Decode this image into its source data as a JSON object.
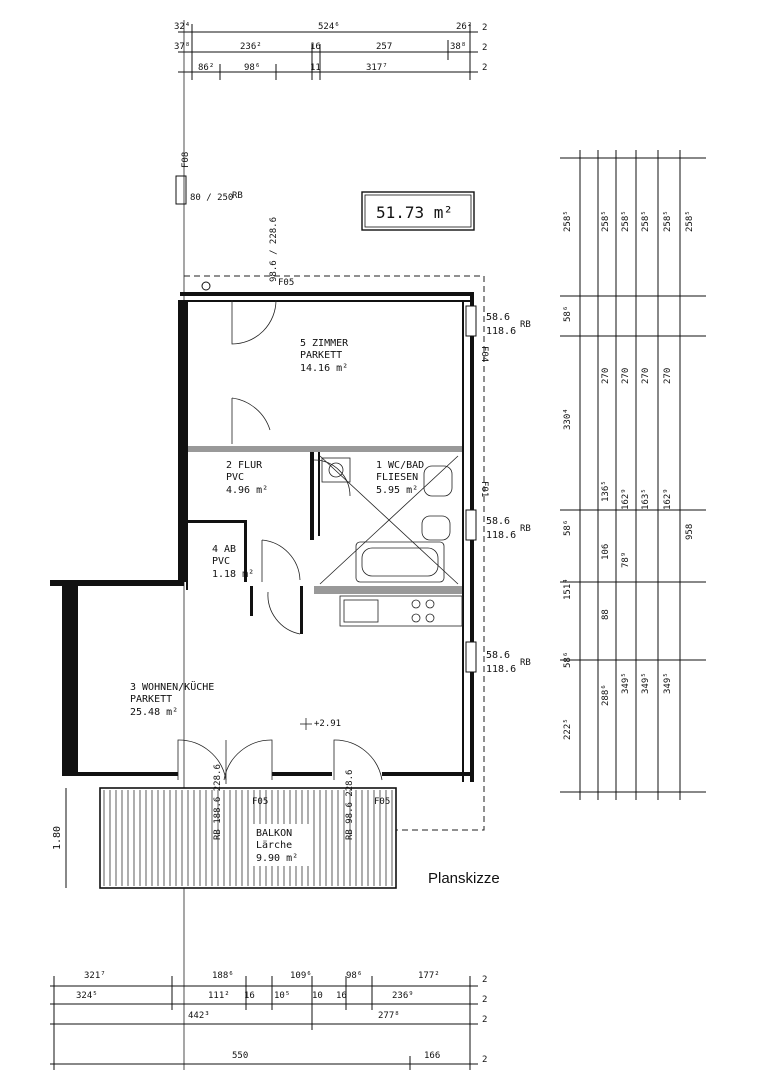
{
  "area_box": {
    "value": "51.73 m²"
  },
  "caption": "Planskizze",
  "rooms": [
    {
      "num_name": "5 ZIMMER",
      "floor": "PARKETT",
      "area": "14.16 m²"
    },
    {
      "num_name": "2 FLUR",
      "floor": "PVC",
      "area": "4.96 m²"
    },
    {
      "num_name": "1 WC/BAD",
      "floor": "FLIESEN",
      "area": "5.95 m²"
    },
    {
      "num_name": "4 AB",
      "floor": "PVC",
      "area": "1.18 m²"
    },
    {
      "num_name": "3 WOHNEN/KÜCHE",
      "floor": "PARKETT",
      "area": "25.48 m²"
    },
    {
      "num_name": "BALKON",
      "floor": "Lärche",
      "area": "9.90 m²"
    }
  ],
  "window_labels": [
    {
      "a": "58.6",
      "b": "118.6",
      "rb": "RB"
    },
    {
      "a": "58.6",
      "b": "118.6",
      "rb": "RB"
    },
    {
      "a": "58.6",
      "b": "118.6",
      "rb": "RB"
    }
  ],
  "top_dims": {
    "row1": [
      "32⁴",
      "524⁶",
      "26²"
    ],
    "row2": [
      "37⁸",
      "236²",
      "16",
      "257",
      "38⁸"
    ],
    "row3": [
      "86²",
      "98⁶",
      "11",
      "317⁷"
    ],
    "side": [
      "2",
      "2",
      "2"
    ]
  },
  "bottom_dims": {
    "row1": [
      "321⁷",
      "188⁶",
      "109⁶",
      "98⁶",
      "177²"
    ],
    "row2": [
      "324⁵",
      "111²",
      "16",
      "10⁵",
      "10",
      "16",
      "236⁹"
    ],
    "row3": [
      "442³",
      "277⁸"
    ],
    "row4": [
      "550",
      "166"
    ],
    "side": [
      "2",
      "2",
      "2",
      "2"
    ]
  },
  "right_dims": {
    "col_a": [
      "258⁵",
      "58⁶",
      "330⁴",
      "58⁶",
      "151⁴",
      "58⁶",
      "222⁵"
    ],
    "col_b": [
      "258⁵",
      "270",
      "136⁵",
      "106",
      "88",
      "288⁶"
    ],
    "col_c": [
      "258⁵",
      "270",
      "162⁹",
      "78⁹",
      "349⁵"
    ],
    "col_d": [
      "258⁵",
      "270",
      "163⁵",
      "349⁵"
    ],
    "total": "958"
  },
  "misc": {
    "door_80_250": "80 / 250",
    "f08": "F08",
    "f05": "F05",
    "f04": "F04",
    "f01": "F01",
    "height": "+2.91",
    "left_dim": "1.80",
    "rb": "RB"
  }
}
